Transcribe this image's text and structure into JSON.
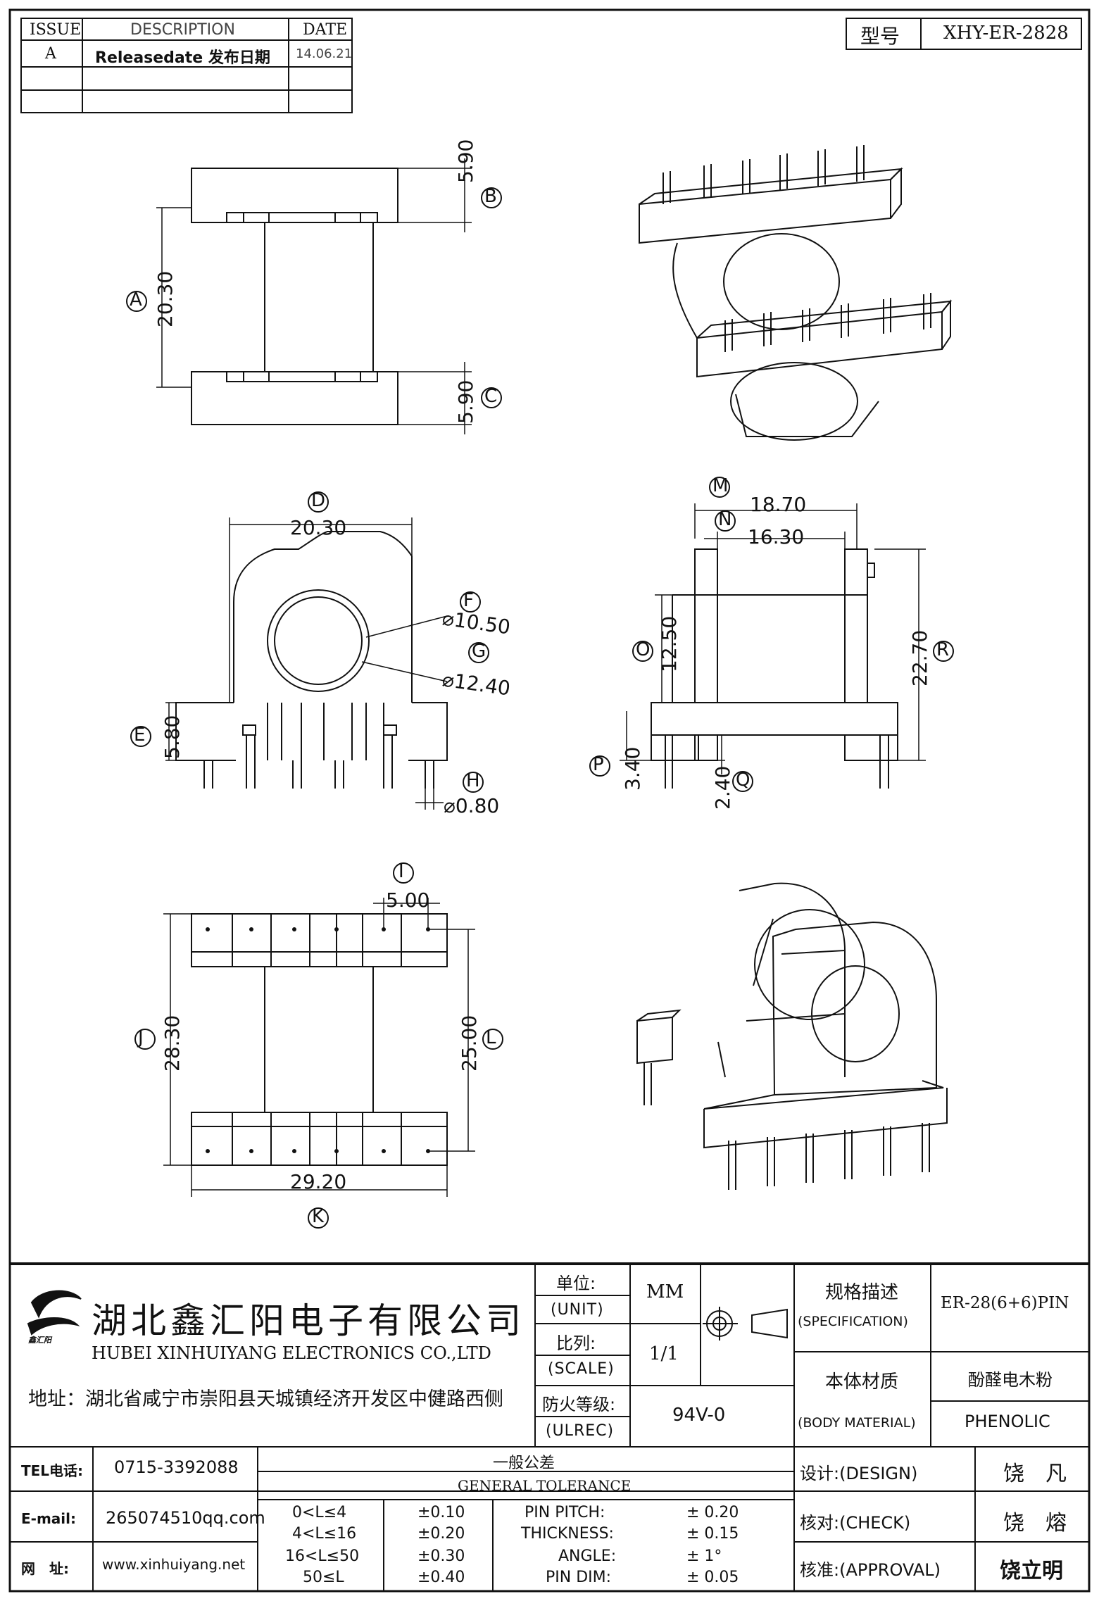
{
  "revision_table": {
    "headers": {
      "issue": "ISSUE",
      "description": "DESCRIPTION",
      "date": "DATE"
    },
    "rows": [
      {
        "issue": "A",
        "description": "Releasedate 发布日期",
        "date": "14.06.21"
      }
    ]
  },
  "model_box": {
    "label": "型号",
    "value": "XHY-ER-2828"
  },
  "views": {
    "side": {
      "dims": {
        "top_flange": "5.90",
        "height": "20.30",
        "bottom_flange": "5.90"
      },
      "labels": {
        "top": "B",
        "left": "A",
        "bottom": "C"
      }
    },
    "front": {
      "dims": {
        "width": "20.30",
        "inner_dia": "⌀10.50",
        "outer_dia": "⌀12.40",
        "base_height": "5.80",
        "pin_dia": "⌀0.80"
      },
      "labels": {
        "width": "D",
        "inner": "F",
        "outer": "G",
        "base": "E",
        "pin": "H"
      }
    },
    "right": {
      "dims": {
        "outer_width": "18.70",
        "inner_width": "16.30",
        "body_height": "12.50",
        "total_height": "22.70",
        "pin_len": "3.40",
        "pin_offset": "2.40"
      },
      "labels": {
        "outer": "M",
        "inner": "N",
        "body": "O",
        "total": "R",
        "pin": "P",
        "offset": "Q"
      }
    },
    "bottom": {
      "dims": {
        "pitch": "5.00",
        "total_len": "28.30",
        "row_spacing": "25.00",
        "width": "29.20"
      },
      "labels": {
        "pitch": "I",
        "total": "J",
        "rows": "L",
        "width": "K"
      }
    }
  },
  "company": {
    "name_cn": "湖北鑫汇阳电子有限公司",
    "name_en": "HUBEI XINHUIYANG ELECTRONICS CO.,LTD",
    "address": "地址：湖北省咸宁市崇阳县天城镇经济开发区中健路西侧",
    "logo_text": "鑫汇阳"
  },
  "title_block": {
    "unit_cn": "单位:",
    "unit_en": "(UNIT)",
    "unit_value": "MM",
    "scale_cn": "比列:",
    "scale_en": "(SCALE)",
    "scale_value": "1/1",
    "fire_cn": "防火等级:",
    "fire_en": "(ULREC)",
    "fire_value": "94V-0",
    "spec_cn": "规格描述",
    "spec_en": "(SPECIFICATION)",
    "spec_value": "ER-28(6+6)PIN",
    "material_cn": "本体材质",
    "material_en": "(BODY MATERIAL)",
    "material_value_cn": "酚醛电木粉",
    "material_value_en": "PHENOLIC"
  },
  "contact": {
    "tel_label": "TEL电话:",
    "tel": "0715-3392088",
    "email_label": "E-mail:",
    "email": "265074510qq.com",
    "web_label": "网　址:",
    "web": "www.xinhuiyang.net"
  },
  "tolerance": {
    "title_cn": "一般公差",
    "title_en": "GENERAL TOLERANCE",
    "ranges": [
      {
        "range": "0<L≤4",
        "tol": "±0.10"
      },
      {
        "range": "4<L≤16",
        "tol": "±0.20"
      },
      {
        "range": "16<L≤50",
        "tol": "±0.30"
      },
      {
        "range": "50≤L",
        "tol": "±0.40"
      }
    ],
    "specs": [
      {
        "name": "PIN PITCH:",
        "value": "± 0.20"
      },
      {
        "name": "THICKNESS:",
        "value": "± 0.15"
      },
      {
        "name": "ANGLE:",
        "value": "± 1°"
      },
      {
        "name": "PIN DIM:",
        "value": "± 0.05"
      }
    ]
  },
  "signoff": [
    {
      "role": "设计:(DESIGN)",
      "name": "饶　凡"
    },
    {
      "role": "核对:(CHECK)",
      "name": "饶　熔"
    },
    {
      "role": "核准:(APPROVAL)",
      "name": "饶立明"
    }
  ]
}
